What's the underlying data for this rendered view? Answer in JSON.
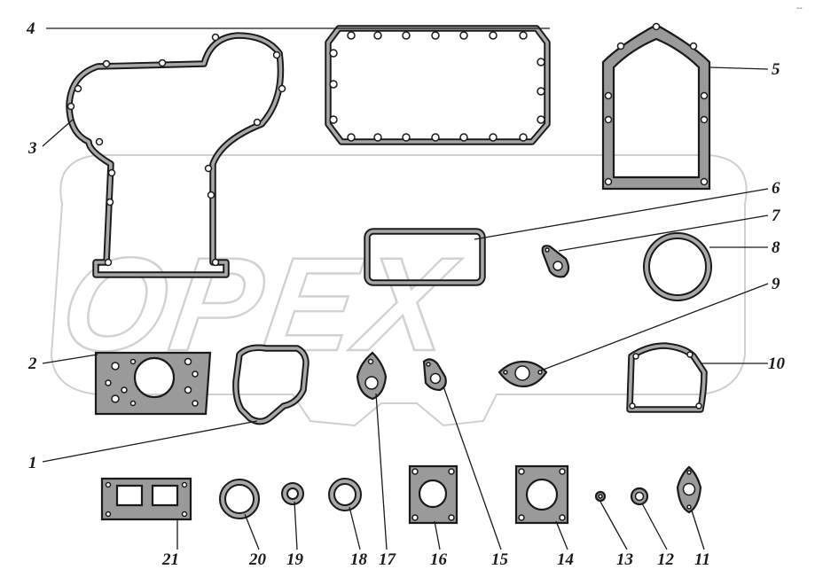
{
  "watermark": {
    "text": "OPEX"
  },
  "corner_mark": "--",
  "callouts": {
    "n1": "1",
    "n2": "2",
    "n3": "3",
    "n4": "4",
    "n5": "5",
    "n6": "6",
    "n7": "7",
    "n8": "8",
    "n9": "9",
    "n10": "10",
    "n11": "11",
    "n12": "12",
    "n13": "13",
    "n14": "14",
    "n15": "15",
    "n16": "16",
    "n17": "17",
    "n18": "18",
    "n19": "19",
    "n20": "20",
    "n21": "21"
  }
}
